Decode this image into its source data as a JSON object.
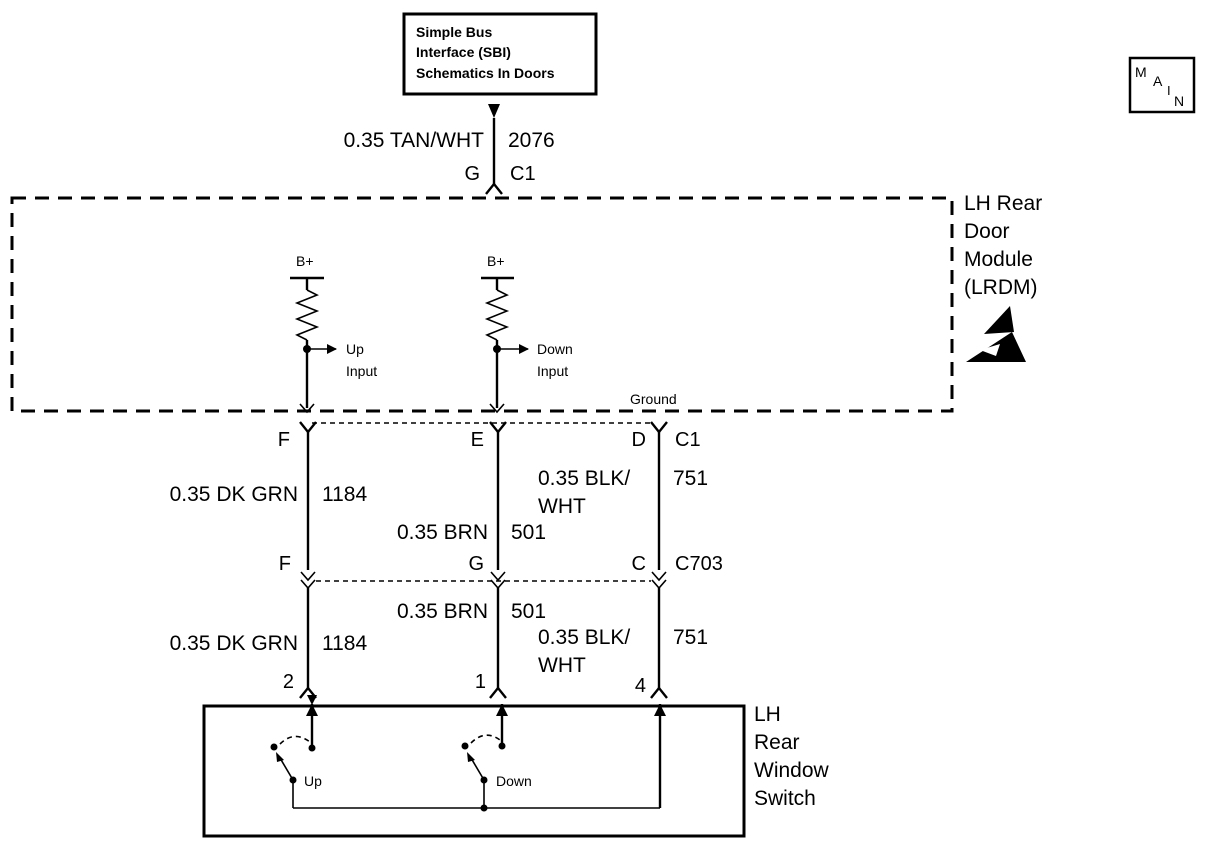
{
  "sbi": {
    "line1": "Simple Bus",
    "line2": "Interface (SBI)",
    "line3": "Schematics In Doors"
  },
  "main_badge": {
    "m": "M",
    "a": "A",
    "i": "I",
    "n": "N"
  },
  "top_wire": {
    "spec": "0.35 TAN/WHT",
    "circuit": "2076",
    "pin": "G",
    "connector": "C1"
  },
  "module": {
    "name_lines": [
      "LH Rear",
      "Door",
      "Module",
      "(LRDM)"
    ],
    "up_supply": "B+",
    "down_supply": "B+",
    "up_input": [
      "Up",
      "Input"
    ],
    "down_input": [
      "Down",
      "Input"
    ],
    "ground": "Ground"
  },
  "c1_pins": {
    "f": "F",
    "e": "E",
    "d": "D",
    "connector": "C1"
  },
  "upper_wires": {
    "left_spec": "0.35 DK GRN",
    "left_circuit": "1184",
    "mid_spec": "0.35 BRN",
    "mid_circuit": "501",
    "right_spec_1": "0.35 BLK/",
    "right_spec_2": "WHT",
    "right_circuit": "751"
  },
  "c703_pins": {
    "f": "F",
    "g": "G",
    "c": "C",
    "connector": "C703"
  },
  "lower_wires": {
    "left_spec": "0.35 DK GRN",
    "left_circuit": "1184",
    "mid_spec": "0.35 BRN",
    "mid_circuit": "501",
    "right_spec_1": "0.35 BLK/",
    "right_spec_2": "WHT",
    "right_circuit": "751"
  },
  "switch_pins": {
    "p2": "2",
    "p1": "1",
    "p4": "4"
  },
  "switch": {
    "name_lines": [
      "LH",
      "Rear",
      "Window",
      "Switch"
    ],
    "up_label": "Up",
    "down_label": "Down"
  }
}
